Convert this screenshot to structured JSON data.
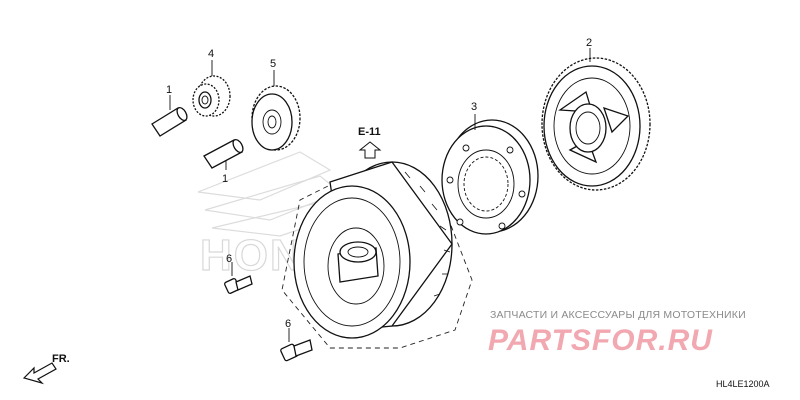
{
  "diagram": {
    "callouts": {
      "pin_a": "1",
      "pin_b": "1",
      "starter_driven_gear": "2",
      "starter_clutch_outer": "3",
      "idle_gear_a": "4",
      "idle_gear_b": "5",
      "bolt_a": "6",
      "bolt_b": "6"
    },
    "reference": "E-11",
    "direction_label": "FR.",
    "diagram_code": "HL4LE1200A"
  },
  "watermark": {
    "caption": "ЗАПЧАСТИ И АКСЕССУАРЫ ДЛЯ МОТОТЕХНИКИ",
    "logo": "PARTSFOR.RU",
    "honda": "HONDA"
  }
}
